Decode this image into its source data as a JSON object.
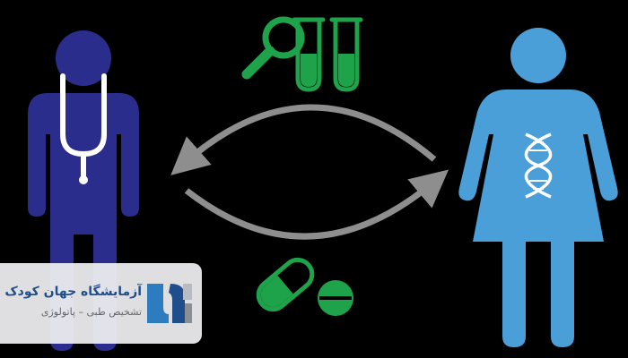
{
  "figures": [
    {
      "id": "doctor",
      "label": "",
      "color": "#2b2d8c",
      "icon": "doctor-with-stethoscope-icon"
    },
    {
      "id": "patient",
      "label": "",
      "color": "#4b9fd8",
      "icon": "woman-with-dna-icon"
    }
  ],
  "icons": {
    "top": [
      "magnifier-icon",
      "test-tube-icon",
      "test-tube-icon"
    ],
    "bottom": [
      "capsule-icon",
      "tablet-icon"
    ],
    "accent_color": "#1fa34a",
    "arrow_color": "#8e8e8e"
  },
  "logo": {
    "name": "آزمایشگاه جهان کودک",
    "tagline": "تشخیص طبی – پاتولوژی",
    "name_color": "#1f4e8c",
    "tag_color": "#666666"
  }
}
